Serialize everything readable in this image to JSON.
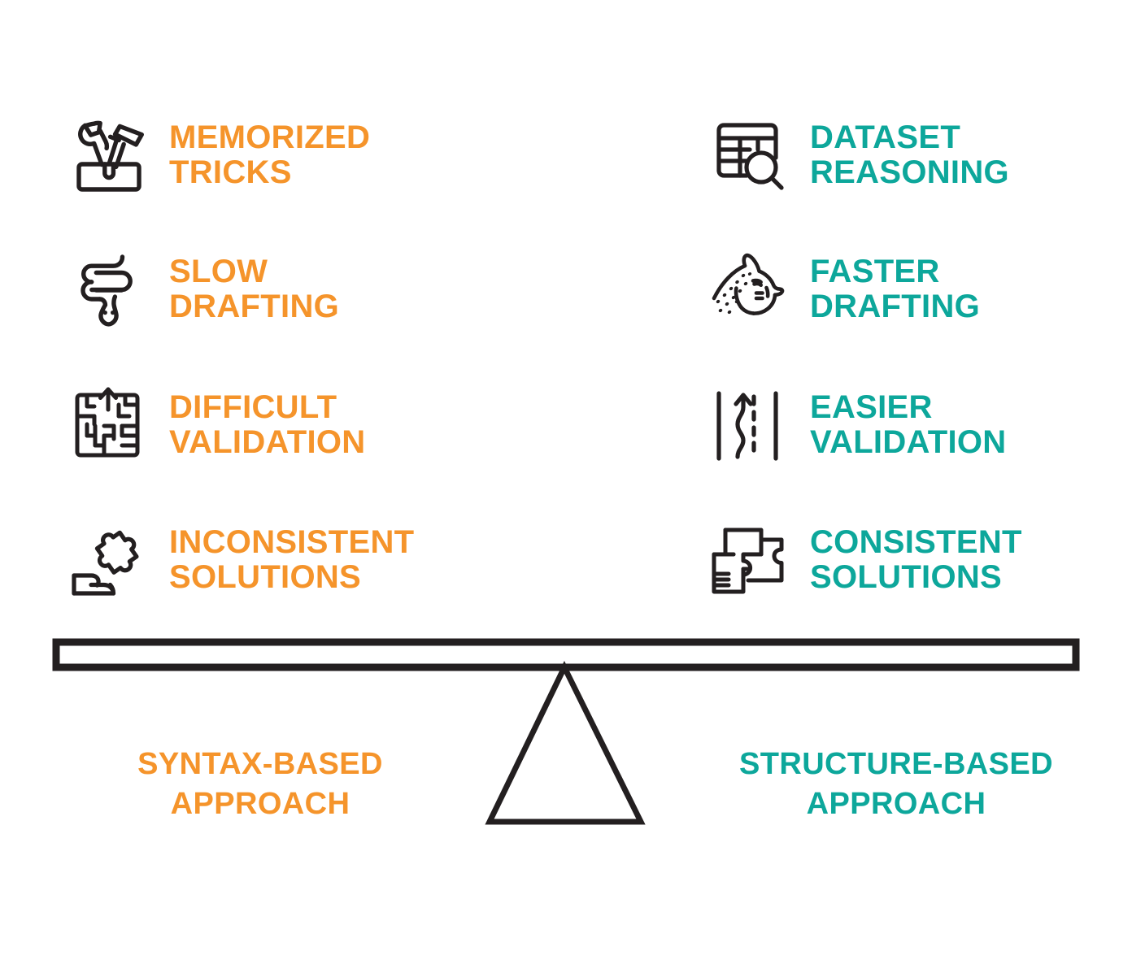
{
  "diagram": {
    "type": "balance-comparison-seesaw",
    "background_color": "#FFFFFF",
    "left_color": "#F5942B",
    "right_color": "#0DA79B",
    "outline_color": "#231F20",
    "left": {
      "caption": "SYNTAX-BASED\nAPPROACH",
      "features": [
        {
          "icon": "toolbox-wrench-hammer-icon",
          "label": "MEMORIZED\nTRICKS"
        },
        {
          "icon": "snake-icon",
          "label": "SLOW\nDRAFTING"
        },
        {
          "icon": "maze-icon",
          "label": "DIFFICULT\nVALIDATION"
        },
        {
          "icon": "mismatched-puzzle-pieces-icon",
          "label": "INCONSISTENT\nSOLUTIONS"
        }
      ]
    },
    "right": {
      "caption": "STRUCTURE-BASED\nAPPROACH",
      "features": [
        {
          "icon": "table-search-icon",
          "label": "DATASET\nREASONING"
        },
        {
          "icon": "cheetah-head-icon",
          "label": "FASTER\nDRAFTING"
        },
        {
          "icon": "road-arrow-icon",
          "label": "EASIER\nVALIDATION"
        },
        {
          "icon": "interlocking-puzzle-pieces-icon",
          "label": "CONSISTENT\nSOLUTIONS"
        }
      ]
    },
    "fulcrum": {
      "plank_label": "",
      "triangle_label": ""
    }
  }
}
